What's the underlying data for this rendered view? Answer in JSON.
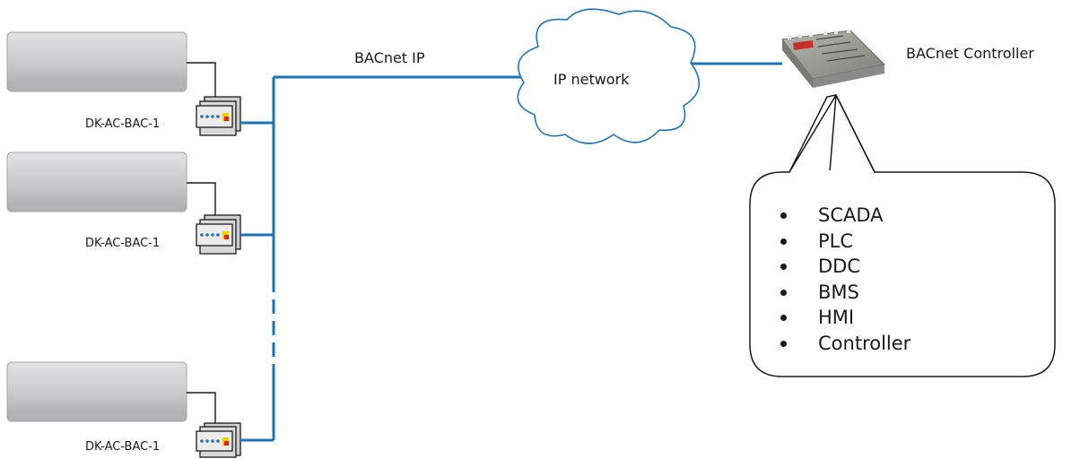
{
  "labels": {
    "network": "BACnet IP",
    "cloud": "IP network",
    "controller": "BACnet Controller"
  },
  "gateways": [
    {
      "label": "DK-AC-BAC-1"
    },
    {
      "label": "DK-AC-BAC-1"
    },
    {
      "label": "DK-AC-BAC-1"
    }
  ],
  "callout": {
    "items": [
      "SCADA",
      "PLC",
      "DDC",
      "BMS",
      "HMI",
      "Controller"
    ]
  },
  "colors": {
    "bus": "#1f73b7",
    "ac_unit": "#c9c9cb",
    "ac_unit_edge": "#a6a6a8",
    "gateway_body": "#d9d9d9",
    "controller_body": "#9a9a96",
    "controller_accent": "#c8302c"
  }
}
